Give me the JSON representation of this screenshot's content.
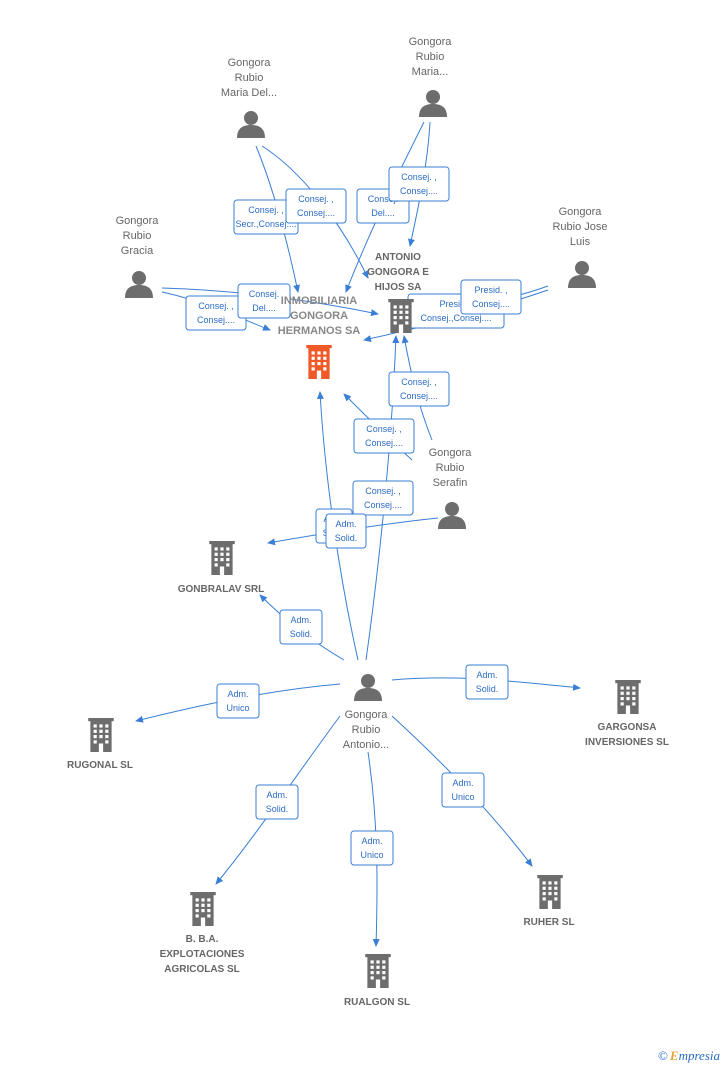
{
  "nodes": {
    "inmobiliaria": {
      "label": [
        "INMOBILIARIA",
        "GONGORA",
        "HERMANOS SA"
      ],
      "type": "company-focus"
    },
    "antonio_hijos": {
      "label": [
        "ANTONIO",
        "GONGORA E",
        "HIJOS SA"
      ],
      "type": "company"
    },
    "gonbralav": {
      "label": [
        "GONBRALAV SRL"
      ],
      "type": "company"
    },
    "rugonal": {
      "label": [
        "RUGONAL SL"
      ],
      "type": "company"
    },
    "gargonsa": {
      "label": [
        "GARGONSA",
        "INVERSIONES SL"
      ],
      "type": "company"
    },
    "bba": {
      "label": [
        "B. B.A.",
        "EXPLOTACIONES",
        "AGRICOLAS SL"
      ],
      "type": "company"
    },
    "rualgon": {
      "label": [
        "RUALGON SL"
      ],
      "type": "company"
    },
    "ruher": {
      "label": [
        "RUHER SL"
      ],
      "type": "company"
    },
    "maria_del_1": {
      "label": [
        "Gongora",
        "Rubio",
        "Maria Del..."
      ],
      "type": "person"
    },
    "maria_del_2": {
      "label": [
        "Gongora",
        "Rubio",
        "Maria..."
      ],
      "type": "person"
    },
    "gracia": {
      "label": [
        "Gongora",
        "Rubio",
        "Gracia"
      ],
      "type": "person"
    },
    "jose_luis": {
      "label": [
        "Gongora",
        "Rubio Jose",
        "Luis"
      ],
      "type": "person"
    },
    "serafin": {
      "label": [
        "Gongora",
        "Rubio",
        "Serafin"
      ],
      "type": "person"
    },
    "antonio": {
      "label": [
        "Gongora",
        "Rubio",
        "Antonio..."
      ],
      "type": "person"
    }
  },
  "roles": [
    {
      "id": "r1",
      "lines": [
        "Consej. ,",
        "Consej...."
      ]
    },
    {
      "id": "r2",
      "lines": [
        "Consej. ,",
        "Secr.,Consej...."
      ]
    },
    {
      "id": "r3",
      "lines": [
        "Consej. ,",
        "Consej...."
      ]
    },
    {
      "id": "r4",
      "lines": [
        "Consej.",
        "Del...."
      ]
    },
    {
      "id": "r5",
      "lines": [
        "Consej. ,",
        "Consej...."
      ]
    },
    {
      "id": "r6",
      "lines": [
        "Consej.",
        "Del...."
      ]
    },
    {
      "id": "r7",
      "lines": [
        "Consej. ,",
        "Consej...."
      ]
    },
    {
      "id": "r8",
      "lines": [
        "Presid. ,",
        "Consej...."
      ]
    },
    {
      "id": "r9",
      "lines": [
        "Presid. ,",
        "Consej.,Consej...."
      ]
    },
    {
      "id": "r10",
      "lines": [
        "Consej. ,",
        "Consej...."
      ]
    },
    {
      "id": "r11",
      "lines": [
        "Consej. ,",
        "Consej...."
      ]
    },
    {
      "id": "r12",
      "lines": [
        "Consej. ,",
        "Consej...."
      ]
    },
    {
      "id": "r13",
      "lines": [
        "Adm.",
        "Solid."
      ]
    },
    {
      "id": "r14",
      "lines": [
        "Adm.",
        "Solid."
      ]
    },
    {
      "id": "r15",
      "lines": [
        "Adm.",
        "Unico"
      ]
    },
    {
      "id": "r16",
      "lines": [
        "Adm.",
        "Solid."
      ]
    },
    {
      "id": "r17",
      "lines": [
        "Adm.",
        "Solid."
      ]
    },
    {
      "id": "r18",
      "lines": [
        "Adm.",
        "Unico"
      ]
    },
    {
      "id": "r19",
      "lines": [
        "Adm.",
        "Unico"
      ]
    }
  ],
  "colors": {
    "focus": "#f05a28",
    "company": "#6d6d6d",
    "person": "#6d6d6d",
    "edge": "#3a7fd5"
  },
  "brand": {
    "symbol": "©",
    "initial": "E",
    "rest": "mpresia"
  }
}
